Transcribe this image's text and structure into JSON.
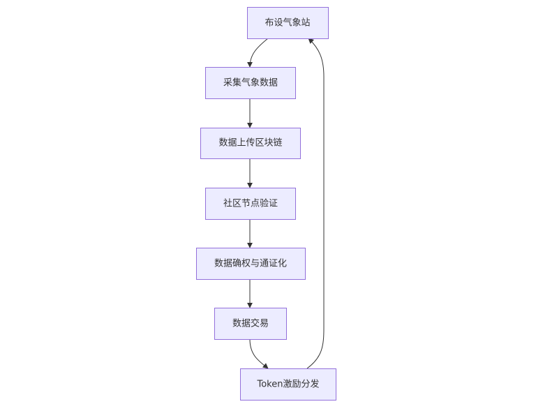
{
  "diagram": {
    "type": "flowchart",
    "direction": "top-down",
    "colors": {
      "node_fill": "#ECECFF",
      "node_stroke": "#9370DB",
      "edge": "#333333",
      "text": "#333333"
    },
    "nodes": [
      {
        "id": "A",
        "label": "布设气象站"
      },
      {
        "id": "B",
        "label": "采集气象数据"
      },
      {
        "id": "C",
        "label": "数据上传区块链"
      },
      {
        "id": "D",
        "label": "社区节点验证"
      },
      {
        "id": "E",
        "label": "数据确权与通证化"
      },
      {
        "id": "F",
        "label": "数据交易"
      },
      {
        "id": "G",
        "label": "Token激励分发"
      }
    ],
    "edges": [
      {
        "from": "A",
        "to": "B"
      },
      {
        "from": "B",
        "to": "C"
      },
      {
        "from": "C",
        "to": "D"
      },
      {
        "from": "D",
        "to": "E"
      },
      {
        "from": "E",
        "to": "F"
      },
      {
        "from": "F",
        "to": "G"
      },
      {
        "from": "G",
        "to": "A"
      }
    ]
  }
}
